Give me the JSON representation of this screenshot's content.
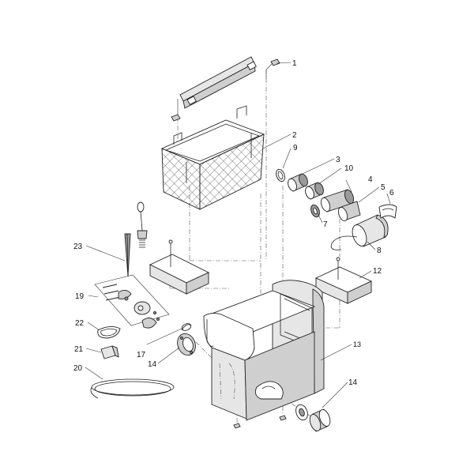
{
  "diagram": {
    "callouts": [
      {
        "id": "1",
        "label": "1"
      },
      {
        "id": "2",
        "label": "2"
      },
      {
        "id": "3",
        "label": "3"
      },
      {
        "id": "4",
        "label": "4"
      },
      {
        "id": "5",
        "label": "5"
      },
      {
        "id": "6",
        "label": "6"
      },
      {
        "id": "7",
        "label": "7"
      },
      {
        "id": "8",
        "label": "8"
      },
      {
        "id": "9",
        "label": "9"
      },
      {
        "id": "10",
        "label": "10"
      },
      {
        "id": "12",
        "label": "12"
      },
      {
        "id": "13",
        "label": "13"
      },
      {
        "id": "14a",
        "label": "14"
      },
      {
        "id": "14b",
        "label": "14"
      },
      {
        "id": "17",
        "label": "17"
      },
      {
        "id": "19",
        "label": "19"
      },
      {
        "id": "20",
        "label": "20"
      },
      {
        "id": "21",
        "label": "21"
      },
      {
        "id": "22",
        "label": "22"
      },
      {
        "id": "23",
        "label": "23"
      }
    ]
  }
}
